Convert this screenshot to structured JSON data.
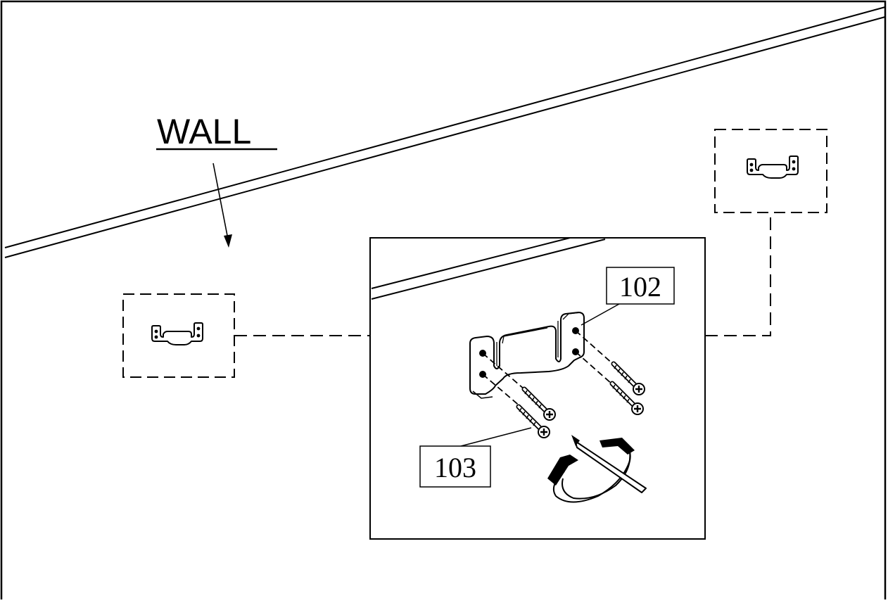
{
  "wall_label": "WALL",
  "part_labels": {
    "bracket": "102",
    "screw": "103"
  },
  "colors": {
    "line": "#000000",
    "background": "#ffffff"
  },
  "icons": {
    "rotation_arrow": "clockwise-rotation-arrow-icon",
    "screwdriver": "screwdriver-icon"
  }
}
